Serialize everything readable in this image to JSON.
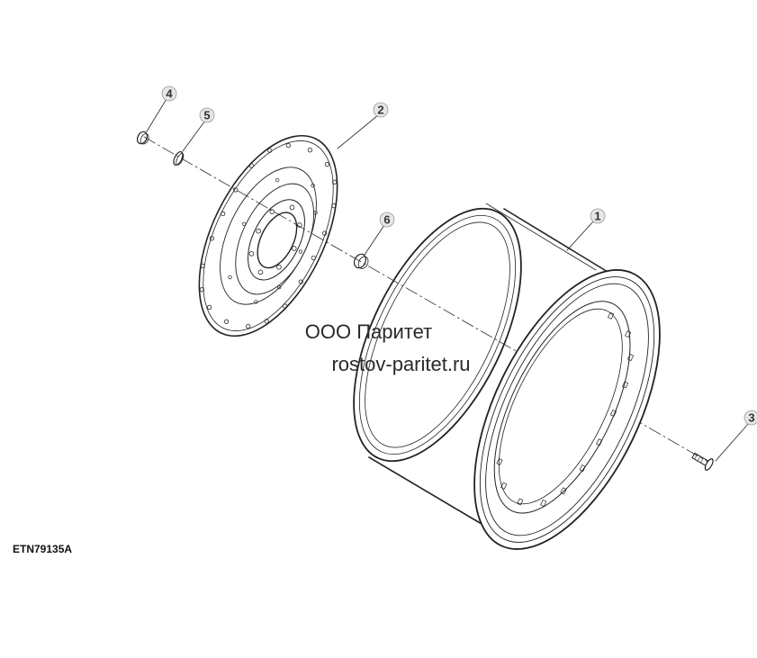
{
  "diagram": {
    "figure_id": "ETN79135A",
    "watermark": {
      "line1": "ООО Паритет",
      "line2": "rostov-paritet.ru"
    },
    "callouts": [
      {
        "id": "1",
        "label": "1"
      },
      {
        "id": "2",
        "label": "2"
      },
      {
        "id": "3",
        "label": "3"
      },
      {
        "id": "4",
        "label": "4"
      },
      {
        "id": "5",
        "label": "5"
      },
      {
        "id": "6",
        "label": "6"
      }
    ]
  }
}
